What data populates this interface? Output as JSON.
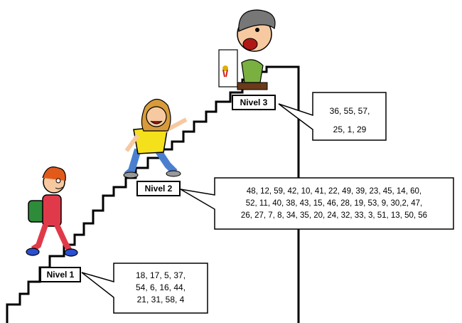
{
  "levels": [
    {
      "label": "Nivel 1",
      "numbers_lines": [
        "18, 17, 5, 37,",
        "54, 6, 16, 44,",
        "21, 31, 58, 4"
      ]
    },
    {
      "label": "Nivel 2",
      "numbers_lines": [
        "48, 12, 59, 42, 10, 41, 22, 49, 39, 23, 45, 14, 60,",
        "52, 11, 40, 38, 43, 15, 46, 28, 19, 53, 9, 30,2, 47,",
        "26, 27, 7, 8, 34, 35, 20, 24, 32, 33, 3, 51, 13, 50, 56"
      ]
    },
    {
      "label": "Nivel 3",
      "numbers_lines": [
        "36, 55, 57,",
        "25, 1, 29"
      ]
    }
  ],
  "characters": [
    "child-with-backpack",
    "girl-pointing",
    "boy-with-certificate"
  ],
  "colors": {
    "line": "#000000",
    "background": "#ffffff",
    "callout_fill": "#ffffff"
  }
}
